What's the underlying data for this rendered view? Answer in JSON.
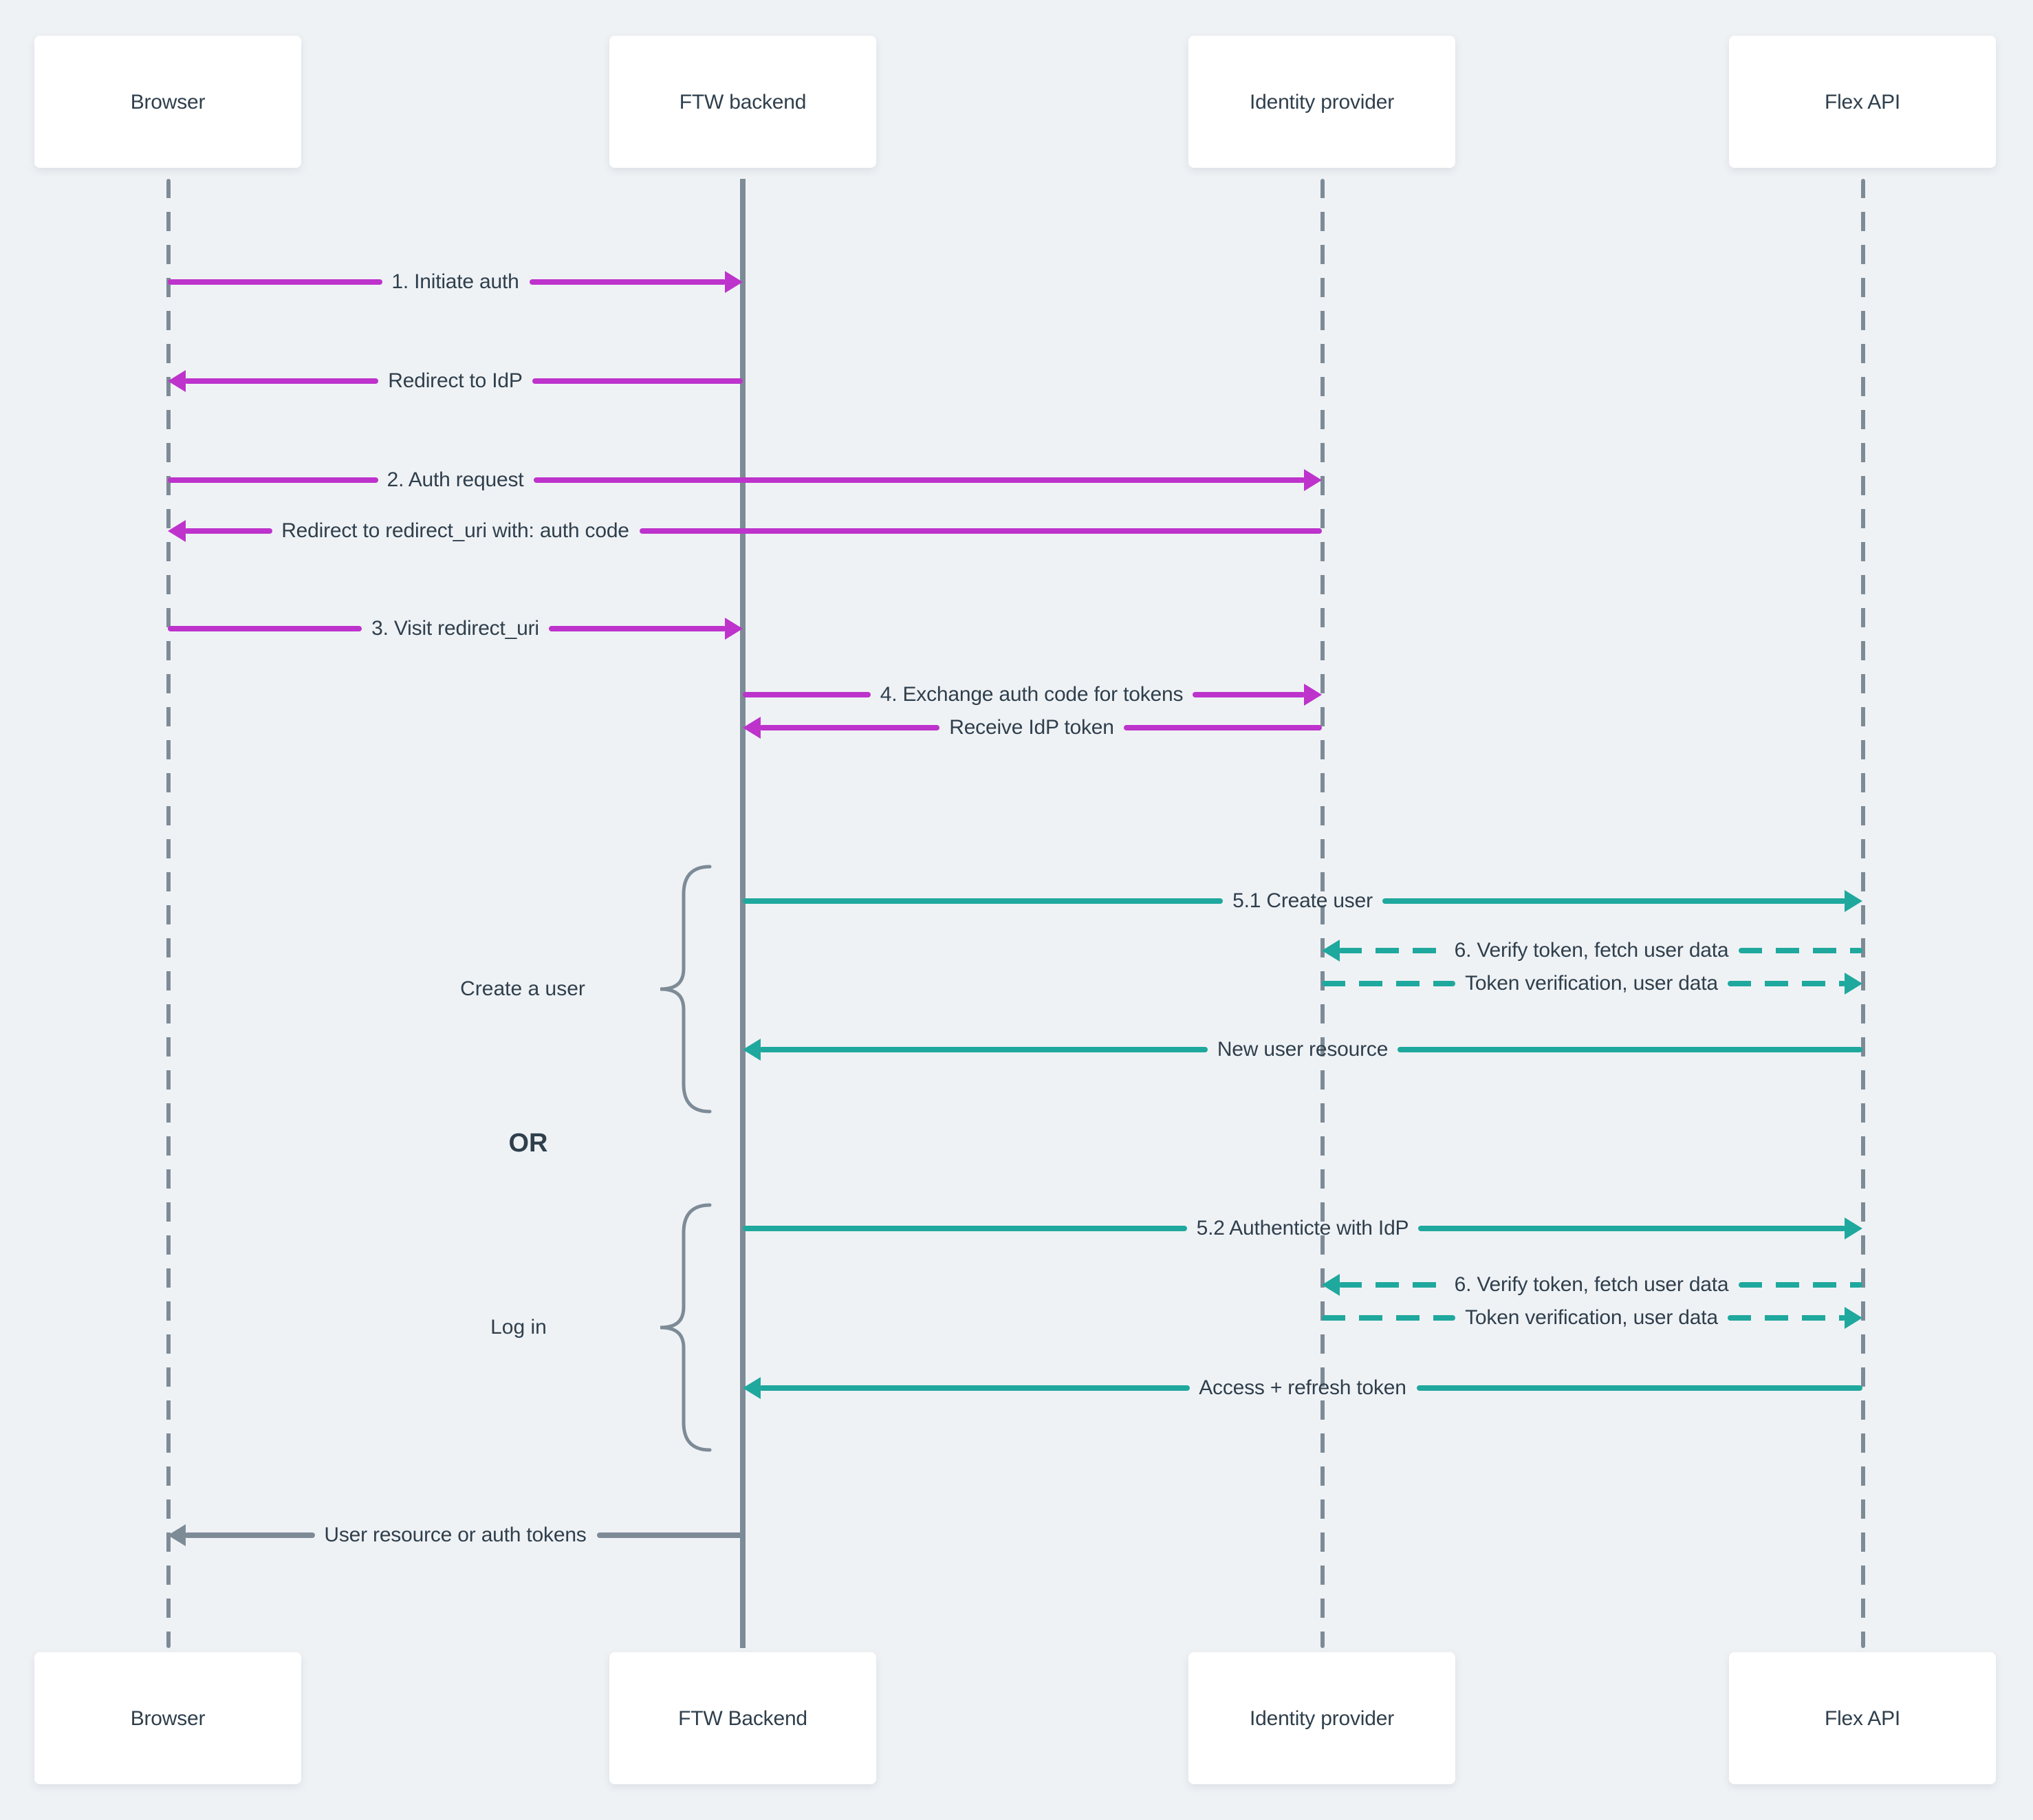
{
  "page": {
    "background": "#eff2f5"
  },
  "diagram": {
    "colors": {
      "magenta": "#bd33cc",
      "teal": "#1fa89d",
      "gray": "#7d8b97",
      "text": "#2f3f4c",
      "box_bg": "#ffffff"
    },
    "actors": [
      {
        "id": "browser",
        "top_label": "Browser",
        "bottom_label": "Browser",
        "lifeline": "dashed"
      },
      {
        "id": "ftw",
        "top_label": "FTW backend",
        "bottom_label": "FTW Backend",
        "lifeline": "solid"
      },
      {
        "id": "idp",
        "top_label": "Identity provider",
        "bottom_label": "Identity provider",
        "lifeline": "dashed"
      },
      {
        "id": "flex",
        "top_label": "Flex API",
        "bottom_label": "Flex API",
        "lifeline": "dashed"
      }
    ],
    "messages": [
      {
        "from": "browser",
        "to": "ftw",
        "label": "1. Initiate auth",
        "color": "magenta",
        "style": "solid"
      },
      {
        "from": "ftw",
        "to": "browser",
        "label": "Redirect to IdP",
        "color": "magenta",
        "style": "solid"
      },
      {
        "from": "browser",
        "to": "idp",
        "label": "2. Auth request",
        "color": "magenta",
        "style": "solid"
      },
      {
        "from": "idp",
        "to": "browser",
        "label": "Redirect to redirect_uri with: auth code",
        "color": "magenta",
        "style": "solid"
      },
      {
        "from": "browser",
        "to": "ftw",
        "label": "3. Visit redirect_uri",
        "color": "magenta",
        "style": "solid"
      },
      {
        "from": "ftw",
        "to": "idp",
        "label": "4. Exchange auth code for tokens",
        "color": "magenta",
        "style": "solid"
      },
      {
        "from": "idp",
        "to": "ftw",
        "label": "Receive IdP token",
        "color": "magenta",
        "style": "solid"
      },
      {
        "from": "ftw",
        "to": "flex",
        "label": "5.1 Create user",
        "color": "teal",
        "style": "solid"
      },
      {
        "from": "flex",
        "to": "idp",
        "label": "6. Verify token, fetch user data",
        "color": "teal",
        "style": "dashed"
      },
      {
        "from": "idp",
        "to": "flex",
        "label": "Token verification, user data",
        "color": "teal",
        "style": "dashed"
      },
      {
        "from": "flex",
        "to": "ftw",
        "label": "New user resource",
        "color": "teal",
        "style": "solid"
      },
      {
        "from": "ftw",
        "to": "flex",
        "label": "5.2 Authenticte with IdP",
        "color": "teal",
        "style": "solid"
      },
      {
        "from": "flex",
        "to": "idp",
        "label": "6. Verify token, fetch user data",
        "color": "teal",
        "style": "dashed"
      },
      {
        "from": "idp",
        "to": "flex",
        "label": "Token verification, user data",
        "color": "teal",
        "style": "dashed"
      },
      {
        "from": "flex",
        "to": "ftw",
        "label": "Access + refresh token",
        "color": "teal",
        "style": "solid"
      },
      {
        "from": "ftw",
        "to": "browser",
        "label": "User resource or auth tokens",
        "color": "gray",
        "style": "solid"
      }
    ],
    "alternatives": {
      "option_a_label": "Create a user",
      "separator_label": "OR",
      "option_b_label": "Log in"
    }
  }
}
